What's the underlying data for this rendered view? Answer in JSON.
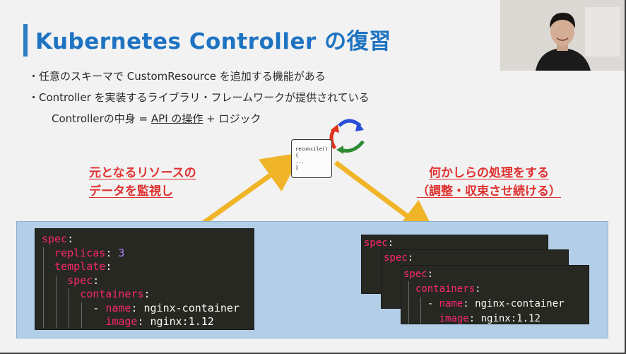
{
  "slide": {
    "title": "Kubernetes Controller の復習",
    "bullets": [
      "・任意のスキーマで CustomResource を追加する機能がある",
      "・Controller を実装するライブラリ・フレームワークが提供されている"
    ],
    "formula": {
      "prefix": "Controllerの中身 = ",
      "api": "API の操作",
      "suffix": " + ロジック"
    },
    "scroll": {
      "line1": "reconcile()",
      "line2": "{",
      "line3": "  ...",
      "line4": "}"
    },
    "left_label": {
      "line1": "元となるリソースの",
      "line2": "データを監視し"
    },
    "right_label": {
      "line1": "何かしらの処理をする",
      "line2": "（調整・収束させ続ける）"
    },
    "yaml": {
      "spec": "spec",
      "replicas_key": "replicas",
      "replicas_val": "3",
      "template": "template",
      "spec2": "spec",
      "containers": "containers",
      "name_key": "name",
      "name_val": "nginx-container",
      "image_key": "image",
      "image_val": "nginx:1.12"
    },
    "colors": {
      "title_blue": "#1e73c2",
      "label_red": "#e03030",
      "arrow_yellow": "#f0b429",
      "code_bg": "#272822",
      "keyword_pink": "#f92672",
      "number_purple": "#ae81ff",
      "area_blue": "#b3cfe8"
    }
  }
}
